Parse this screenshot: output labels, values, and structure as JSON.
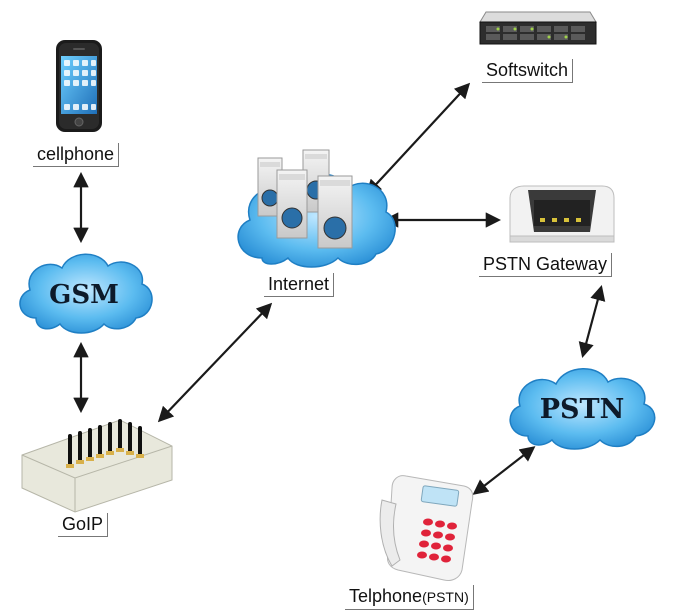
{
  "nodes": {
    "cellphone": {
      "label": "cellphone"
    },
    "gsm": {
      "label": "GSM"
    },
    "goip": {
      "label": "GoIP"
    },
    "internet": {
      "label": "Internet"
    },
    "softswitch": {
      "label": "Softswitch"
    },
    "pstn_gateway": {
      "label": "PSTN Gateway"
    },
    "pstn": {
      "label": "PSTN"
    },
    "telephone": {
      "label": "Telphone",
      "label_suffix": "(PSTN)"
    }
  },
  "connections": [
    {
      "from": "cellphone",
      "to": "gsm",
      "bidirectional": true
    },
    {
      "from": "gsm",
      "to": "goip",
      "bidirectional": true
    },
    {
      "from": "goip",
      "to": "internet",
      "bidirectional": true
    },
    {
      "from": "internet",
      "to": "softswitch",
      "bidirectional": true
    },
    {
      "from": "internet",
      "to": "pstn_gateway",
      "bidirectional": true
    },
    {
      "from": "pstn_gateway",
      "to": "pstn",
      "bidirectional": true
    },
    {
      "from": "pstn",
      "to": "telephone",
      "bidirectional": true
    }
  ],
  "colors": {
    "cloud_fill": "#3aa9e6",
    "cloud_edge": "#1f7fc4",
    "arrow": "#1a1a1a"
  }
}
